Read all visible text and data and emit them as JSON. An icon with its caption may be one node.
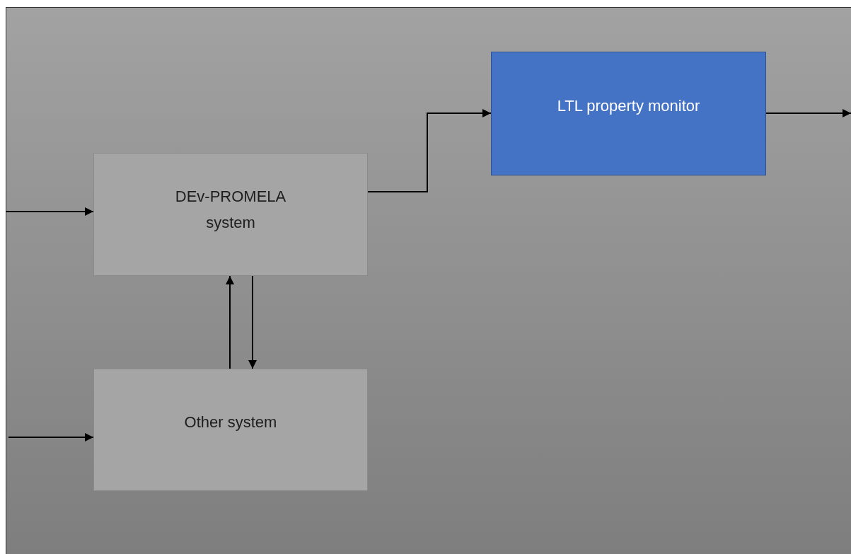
{
  "diagram": {
    "nodes": [
      {
        "text": [
          "DEv-PROMELA system"
        ]
      },
      {
        "text": [
          "LTL property monitor"
        ]
      },
      {
        "text": [
          "Other system"
        ]
      }
    ],
    "edges": [
      {
        "from": null,
        "to": 0,
        "arrow": "to"
      },
      {
        "from": 0,
        "to": 1,
        "arrow": "to"
      },
      {
        "from": 1,
        "to": null,
        "arrow": "to"
      },
      {
        "from": 2,
        "to": 0,
        "arrow": "to"
      },
      {
        "from": 0,
        "to": 2,
        "arrow": "to"
      },
      {
        "from": null,
        "to": 2,
        "arrow": "to"
      }
    ]
  }
}
